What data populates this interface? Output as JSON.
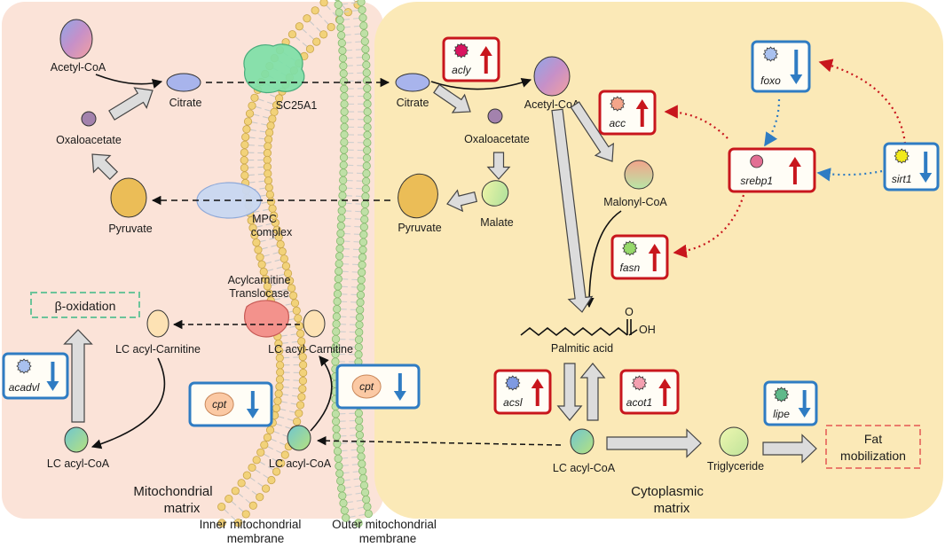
{
  "regions": {
    "mito_line1": "Mitochondrial",
    "mito_line2": "matrix",
    "cyto_line1": "Cytoplasmic",
    "cyto_line2": "matrix",
    "inner_line1": "Inner mitochondrial",
    "inner_line2": "membrane",
    "outer_line1": "Outer mitochondrial",
    "outer_line2": "membrane"
  },
  "mito": {
    "acetyl_coa": "Acetyl-CoA",
    "citrate": "Citrate",
    "oxaloacetate": "Oxaloacetate",
    "pyruvate": "Pyruvate",
    "lc_acyl_carnitine": "LC acyl-Carnitine",
    "lc_acyl_coa": "LC acyl-CoA",
    "beta_oxidation": "β-oxidation"
  },
  "membrane": {
    "sc25a1": "SC25A1",
    "mpc_line1": "MPC",
    "mpc_line2": "complex",
    "translocase_line1": "Acylcarnitine",
    "translocase_line2": "Translocase",
    "lc_acyl_carnitine": "LC acyl-Carnitine",
    "lc_acyl_coa": "LC acyl-CoA"
  },
  "cyto": {
    "citrate": "Citrate",
    "acetyl_coa": "Acetyl-CoA",
    "oxaloacetate": "Oxaloacetate",
    "malate": "Malate",
    "pyruvate": "Pyruvate",
    "malonyl_coa": "Malonyl-CoA",
    "palmitic_acid": "Palmitic acid",
    "palmitic_o": "O",
    "palmitic_oh": "OH",
    "lc_acyl_coa": "LC acyl-CoA",
    "triglyceride": "Triglyceride",
    "fat_mob_line1": "Fat",
    "fat_mob_line2": "mobilization"
  },
  "genes": {
    "acly": "acly",
    "acc": "acc",
    "fasn": "fasn",
    "srebp1": "srebp1",
    "foxo": "foxo",
    "sirt1": "sirt1",
    "acsl": "acsl",
    "acot1": "acot1",
    "lipe": "lipe",
    "cpt_inner": "cpt",
    "cpt_outer": "cpt",
    "acadvl": "acadvl"
  },
  "colors": {
    "mito_bg": "#fbe3d8",
    "cyto_bg": "#fbe9b7",
    "up": "#c8161d",
    "down": "#2f7cc3",
    "arrow_fill": "#dcdcdc",
    "dashed_green": "#6cc49a",
    "dashed_red": "#ea7b6c"
  }
}
